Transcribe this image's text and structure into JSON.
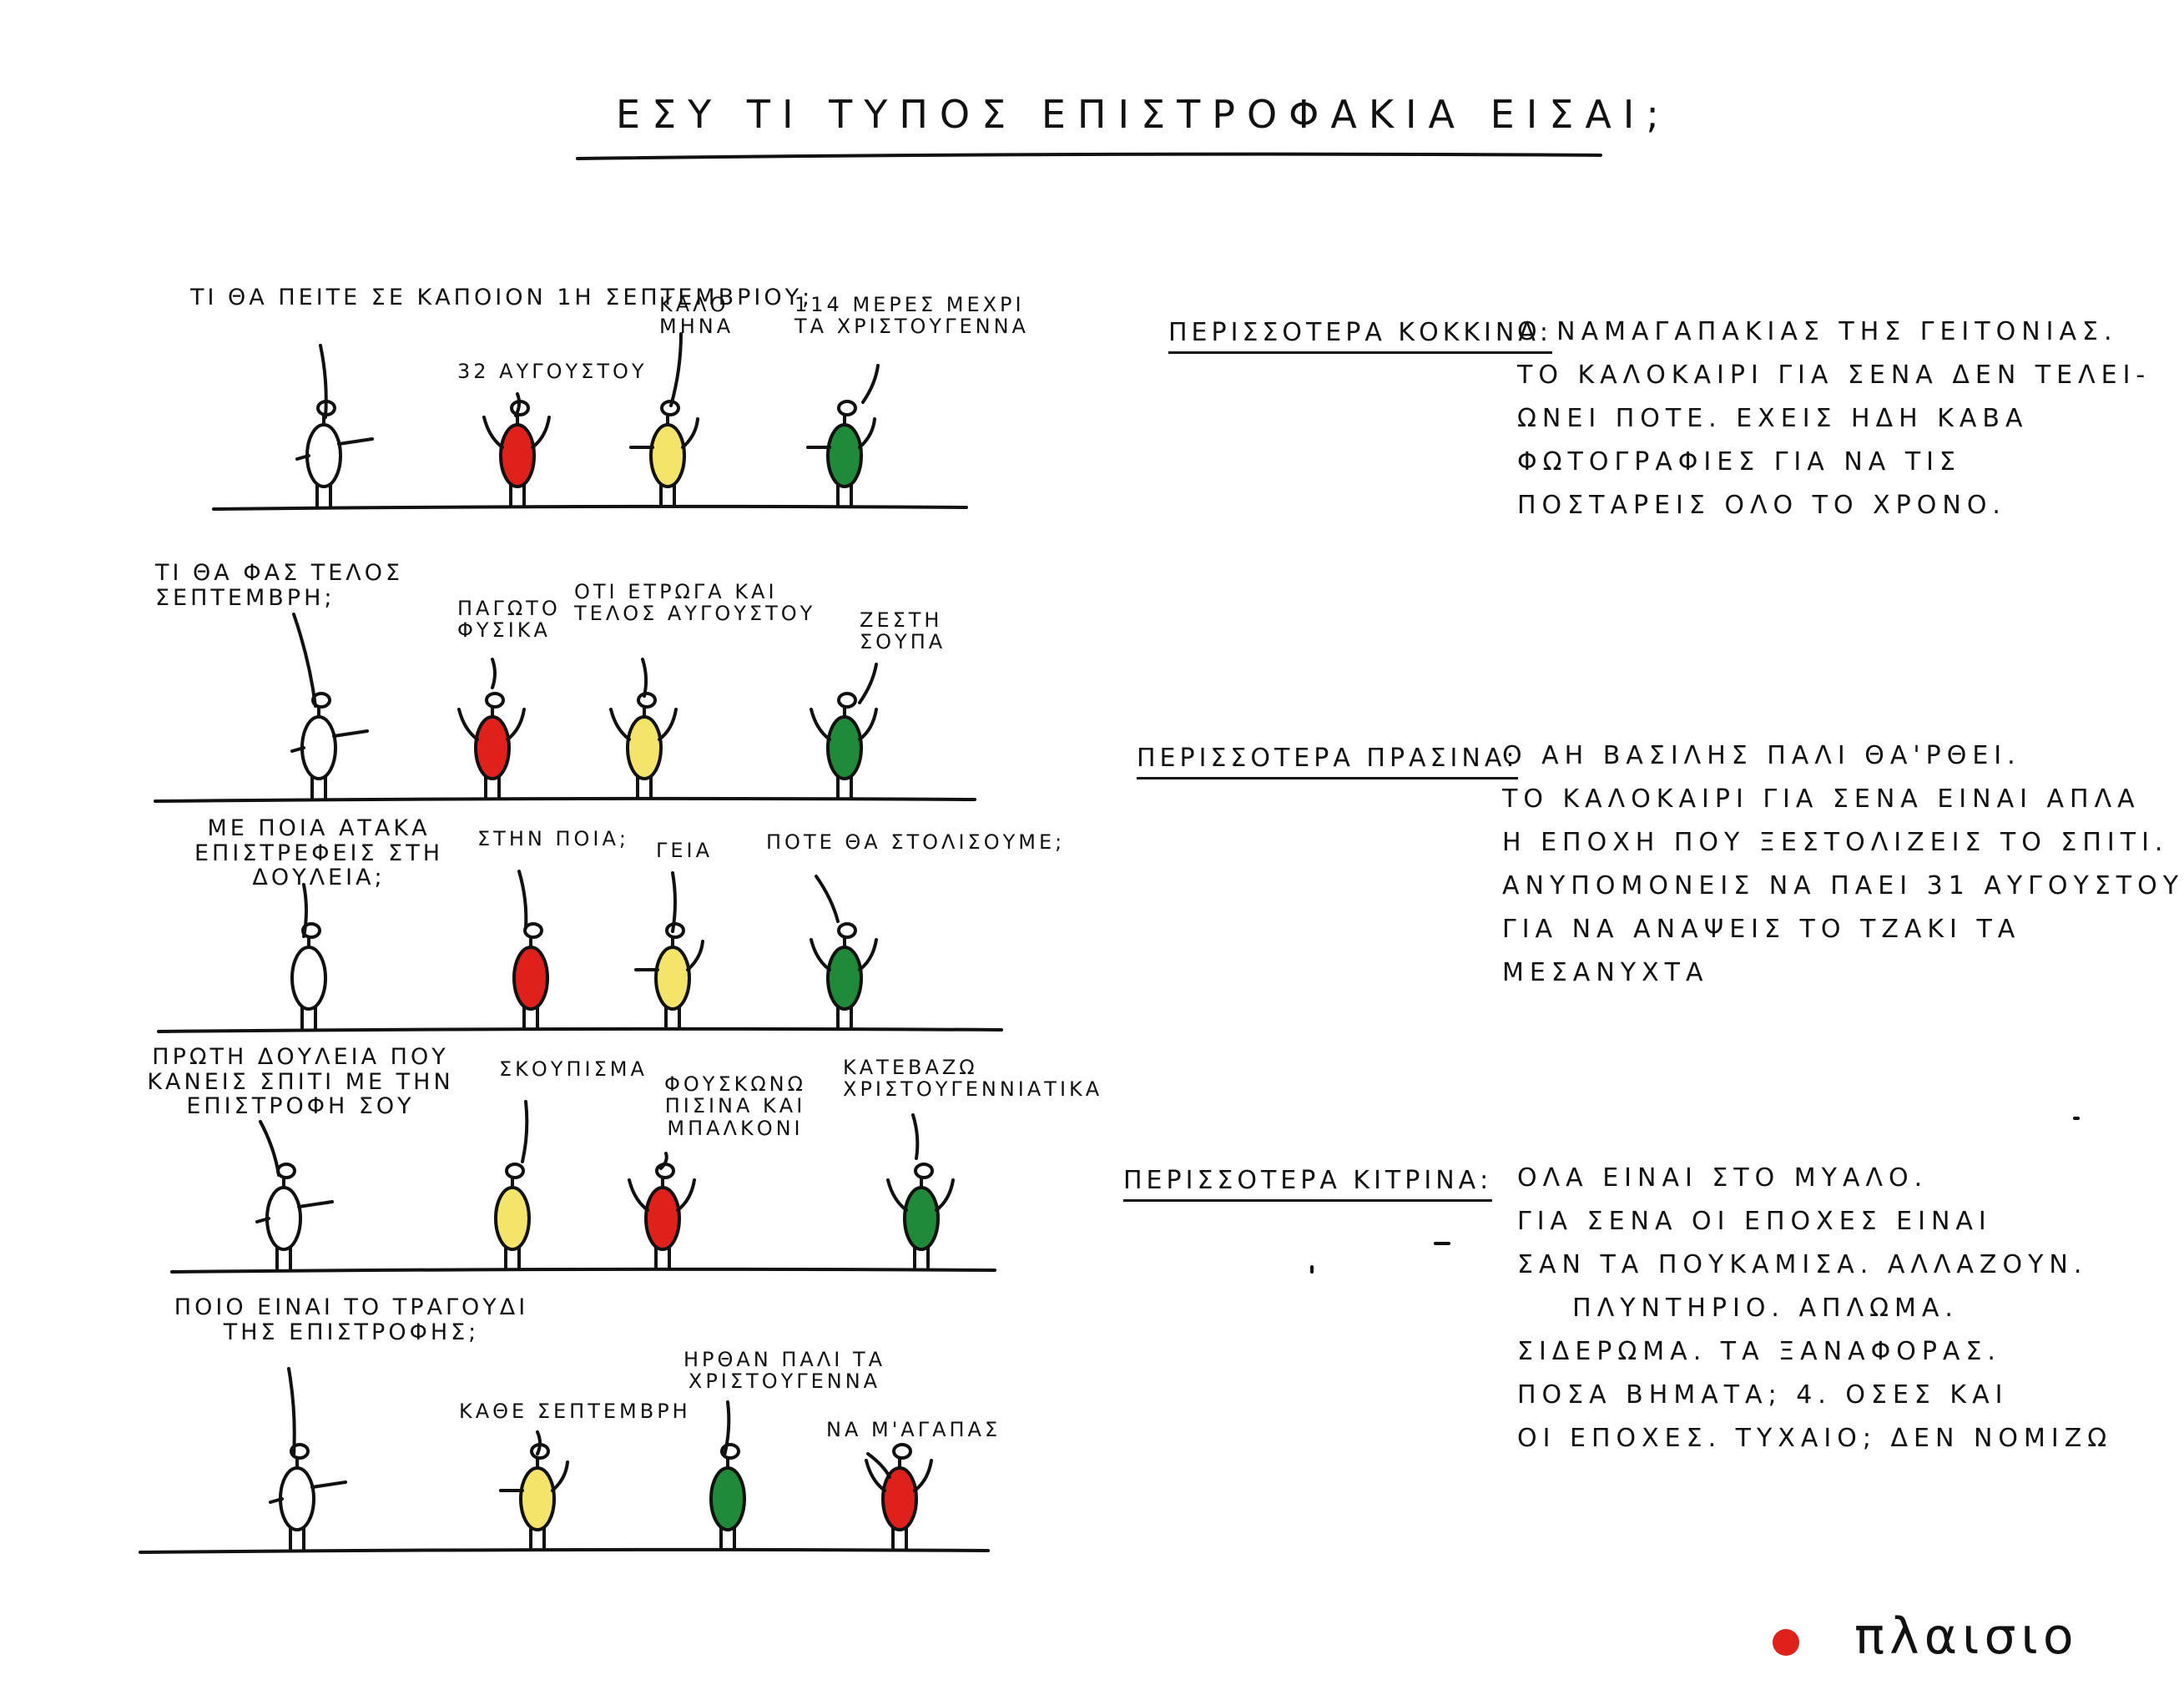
{
  "title": "ΕΣΥ ΤΙ ΤΥΠΟΣ ΕΠΙΣΤΡΟΦΑΚΙΑ ΕΙΣΑΙ;",
  "colors": {
    "red": "#e0201b",
    "yellow": "#f4e46a",
    "green": "#1f8a3a",
    "white": "#ffffff",
    "ink": "#111111"
  },
  "rows": [
    {
      "question": "ΤΙ ΘΑ ΠΕΙΤΕ ΣΕ ΚΑΠΟΙΟΝ 1Η ΣΕΠΤΕΜΒΡΙΟΥ;",
      "answers": [
        {
          "color": "red",
          "text": "32 ΑΥΓΟΥΣΤΟΥ"
        },
        {
          "color": "yellow",
          "text": "ΚΑΛΟ ΜΗΝΑ"
        },
        {
          "color": "green",
          "text": "114 ΜΕΡΕΣ ΜΕΧΡΙ ΤΑ ΧΡΙΣΤΟΥΓΕΝΝΑ"
        }
      ]
    },
    {
      "question": "ΤΙ ΘΑ ΦΑΣ ΤΕΛΟΣ ΣΕΠΤΕΜΒΡΗ;",
      "answers": [
        {
          "color": "red",
          "text": "ΠΑΓΩΤΟ ΦΥΣΙΚΑ"
        },
        {
          "color": "yellow",
          "text": "ΟΤΙ ΕΤΡΩΓΑ ΚΑΙ ΤΕΛΟΣ ΑΥΓΟΥΣΤΟΥ"
        },
        {
          "color": "green",
          "text": "ΖΕΣΤΗ ΣΟΥΠΑ"
        }
      ]
    },
    {
      "question": "ΜΕ ΠΟΙΑ ΑΤΑΚΑ ΕΠΙΣΤΡΕΦΕΙΣ ΣΤΗ ΔΟΥΛΕΙΑ;",
      "answers": [
        {
          "color": "red",
          "text": "ΣΤΗΝ ΠΟΙΑ;"
        },
        {
          "color": "yellow",
          "text": "ΓΕΙΑ"
        },
        {
          "color": "green",
          "text": "ΠΟΤΕ ΘΑ ΣΤΟΛΙΣΟΥΜΕ;"
        }
      ]
    },
    {
      "question": "ΠΡΩΤΗ ΔΟΥΛΕΙΑ ΠΟΥ ΚΑΝΕΙΣ ΣΠΙΤΙ ΜΕ ΤΗΝ ΕΠΙΣΤΡΟΦΗ ΣΟΥ",
      "answers": [
        {
          "color": "yellow",
          "text": "ΣΚΟΥΠΙΣΜΑ"
        },
        {
          "color": "red",
          "text": "ΦΟΥΣΚΩΝΩ ΠΙΣΙΝΑ ΚΑΙ ΜΠΑΛΚΟΝΙ"
        },
        {
          "color": "green",
          "text": "ΚΑΤΕΒΑΖΩ ΧΡΙΣΤΟΥΓΕΝΝΙΑΤΙΚΑ"
        }
      ]
    },
    {
      "question": "ΠΟΙΟ ΕΙΝΑΙ ΤΟ ΤΡΑΓΟΥΔΙ ΤΗΣ ΕΠΙΣΤΡΟΦΗΣ;",
      "answers": [
        {
          "color": "yellow",
          "text": "ΚΑΘΕ ΣΕΠΤΕΜΒΡΗ"
        },
        {
          "color": "green",
          "text": "ΗΡΘΑΝ ΠΑΛΙ ΤΑ ΧΡΙΣΤΟΥΓΕΝΝΑ"
        },
        {
          "color": "red",
          "text": "ΝΑ Μ'ΑΓΑΠΑΣ"
        }
      ]
    }
  ],
  "results": [
    {
      "label": "ΠΕΡΙΣΣΟΤΕΡΑ ΚΟΚΚΙΝΑ:",
      "text": "Ο ΝΑΜΑΓΑΠΑΚΙΑΣ ΤΗΣ ΓΕΙΤΟΝΙΑΣ.\nΤΟ ΚΑΛΟΚΑΙΡΙ ΓΙΑ ΣΕΝΑ ΔΕΝ ΤΕΛΕΙ-\nΩΝΕΙ ΠΟΤΕ. ΕΧΕΙΣ ΗΔΗ ΚΑΒΑ\nΦΩΤΟΓΡΑΦΙΕΣ ΓΙΑ ΝΑ ΤΙΣ\nΠΟΣΤΑΡΕΙΣ ΟΛΟ ΤΟ ΧΡΟΝΟ."
    },
    {
      "label": "ΠΕΡΙΣΣΟΤΕΡΑ ΠΡΑΣΙΝΑ:",
      "text": "Ο ΑΗ ΒΑΣΙΛΗΣ ΠΑΛΙ ΘΑ'ΡΘΕΙ.\nΤΟ ΚΑΛΟΚΑΙΡΙ ΓΙΑ ΣΕΝΑ ΕΙΝΑΙ ΑΠΛΑ\nΗ ΕΠΟΧΗ ΠΟΥ ΞΕΣΤΟΛΙΖΕΙΣ ΤΟ ΣΠΙΤΙ.\nΑΝΥΠΟΜΟΝΕΙΣ ΝΑ ΠΑΕΙ 31 ΑΥΓΟΥΣΤΟΥ\nΓΙΑ ΝΑ ΑΝΑΨΕΙΣ ΤΟ ΤΖΑΚΙ ΤΑ\nΜΕΣΑΝΥΧΤΑ"
    },
    {
      "label": "ΠΕΡΙΣΣΟΤΕΡΑ ΚΙΤΡΙΝΑ:",
      "text": "ΟΛΑ ΕΙΝΑΙ ΣΤΟ ΜΥΑΛΟ.\nΓΙΑ ΣΕΝΑ ΟΙ ΕΠΟΧΕΣ ΕΙΝΑΙ\nΣΑΝ ΤΑ ΠΟΥΚΑΜΙΣΑ. ΑΛΛΑΖΟΥΝ.\n    ΠΛΥΝΤΗΡΙΟ. ΑΠΛΩΜΑ.\nΣΙΔΕΡΩΜΑ. ΤΑ ΞΑΝΑΦΟΡΑΣ.\nΠΟΣΑ ΒΗΜΑΤΑ; 4. ΟΣΕΣ ΚΑΙ\nΟΙ ΕΠΟΧΕΣ. ΤΥΧΑΙΟ; ΔΕΝ ΝΟΜΙΖΩ"
    }
  ],
  "brand": {
    "name": "πλαισιο",
    "dot_color": "#e0201b"
  }
}
